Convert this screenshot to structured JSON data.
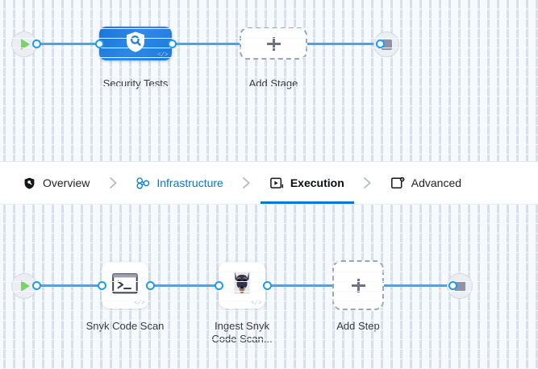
{
  "stage_canvas": {
    "start_node": {
      "name": "pipeline-start",
      "icon": "play-icon"
    },
    "end_node": {
      "name": "pipeline-end",
      "icon": "stop-icon"
    },
    "nodes": [
      {
        "id": "security-tests",
        "label": "Security Tests",
        "icon": "shield-search-icon",
        "badge": "</>",
        "type": "stage"
      },
      {
        "id": "add-stage",
        "label": "Add Stage",
        "icon": "plus-icon",
        "type": "add"
      }
    ]
  },
  "tabs": {
    "items": [
      {
        "id": "overview",
        "label": "Overview",
        "icon": "shield-icon",
        "state": "default"
      },
      {
        "id": "infrastructure",
        "label": "Infrastructure",
        "icon": "nodes-icon",
        "state": "link"
      },
      {
        "id": "execution",
        "label": "Execution",
        "icon": "play-box-icon",
        "state": "active"
      },
      {
        "id": "advanced",
        "label": "Advanced",
        "icon": "gear-box-icon",
        "state": "default"
      }
    ],
    "separator_icon": "chevron-right-icon",
    "active_color": "#0278d5",
    "link_color": "#0278d5"
  },
  "step_canvas": {
    "start_node": {
      "name": "execution-start",
      "icon": "play-icon"
    },
    "end_node": {
      "name": "execution-end",
      "icon": "stop-icon"
    },
    "nodes": [
      {
        "id": "snyk-code-scan",
        "label": "Snyk Code Scan",
        "icon": "terminal-icon",
        "badge": "</>",
        "type": "step"
      },
      {
        "id": "ingest-snyk-code-scan",
        "label": "Ingest Snyk\nCode Scan...",
        "icon": "doberman-icon",
        "badge": "</>",
        "type": "step"
      },
      {
        "id": "add-step",
        "label": "Add Step",
        "icon": "plus-icon",
        "type": "add"
      }
    ]
  },
  "colors": {
    "edge": "#42a5f5",
    "port_ring": "#1c9bf0",
    "canvas_bg": "#f6fafe",
    "stage_node": "#2479dd",
    "play": "#7ed06f",
    "stop": "#8e93a8",
    "label_text": "#383946"
  }
}
